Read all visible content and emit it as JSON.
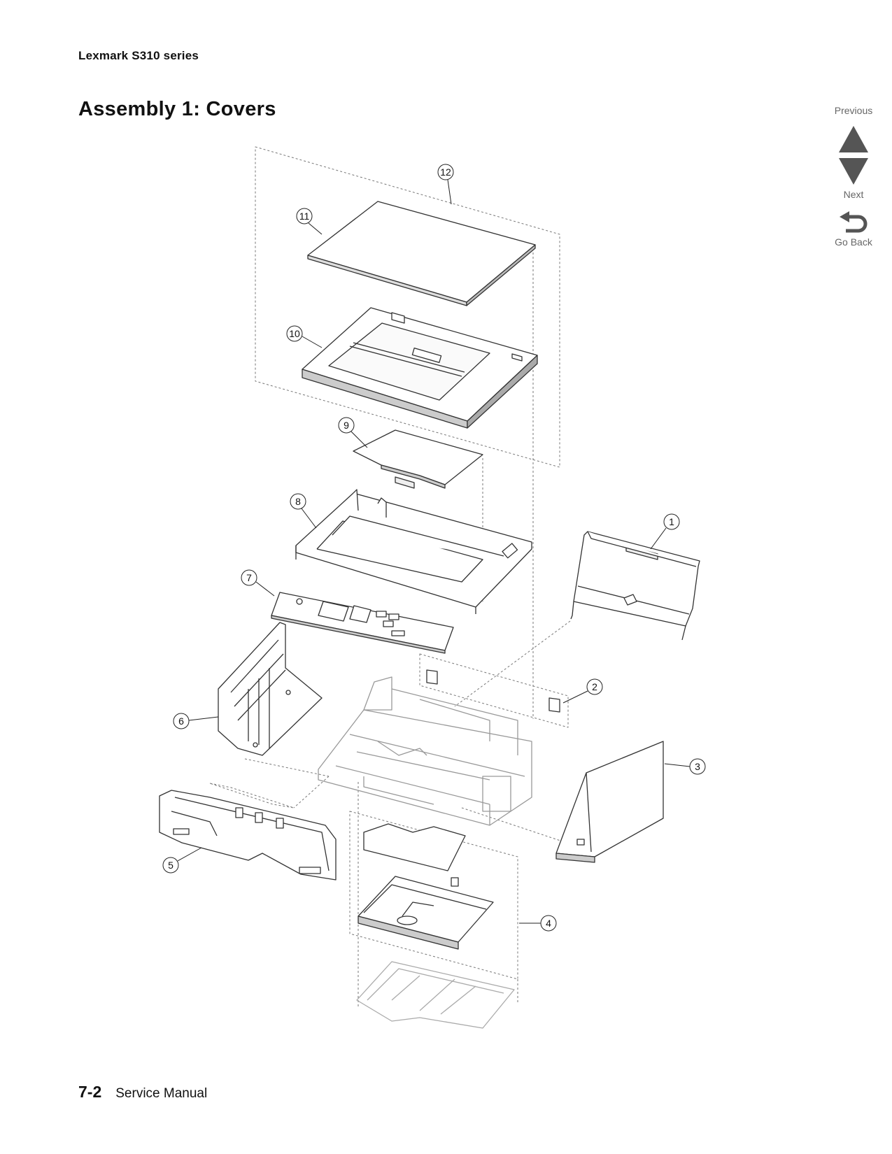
{
  "header": {
    "product": "Lexmark S310 series"
  },
  "title": "Assembly 1:  Covers",
  "nav": {
    "previous": "Previous",
    "next": "Next",
    "go_back": "Go Back"
  },
  "callouts": [
    "1",
    "2",
    "3",
    "4",
    "5",
    "6",
    "7",
    "8",
    "9",
    "10",
    "11",
    "12"
  ],
  "footer": {
    "page_number": "7-2",
    "manual": "Service Manual"
  }
}
